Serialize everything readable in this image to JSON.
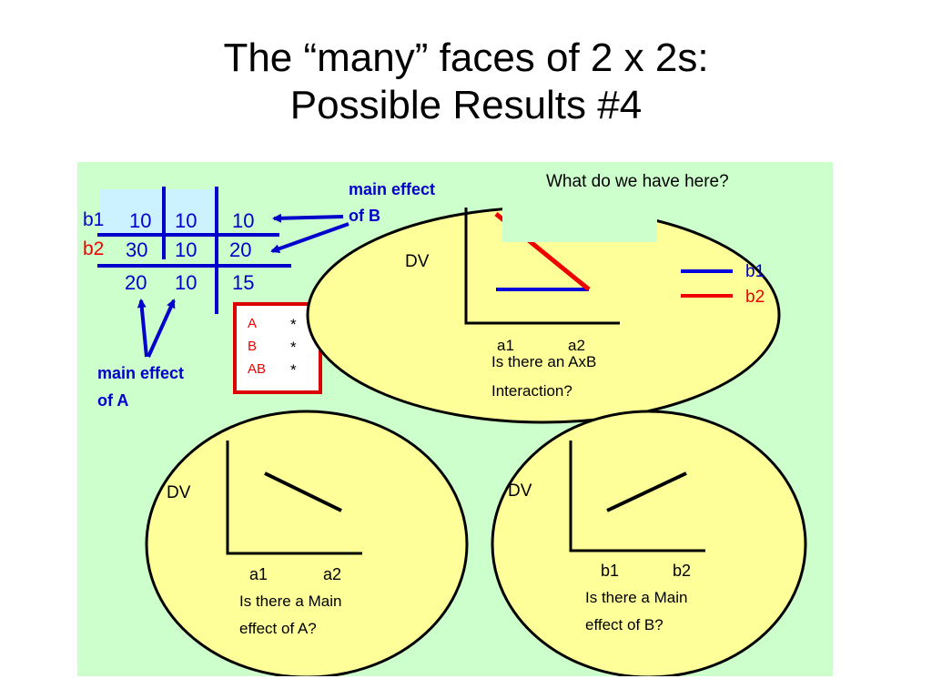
{
  "slide": {
    "title_line1": "The “many” faces of 2 x 2s:",
    "title_line2": "Possible Results #4",
    "question": "What do we have here?"
  },
  "table": {
    "row_labels": [
      "b1",
      "b2"
    ],
    "rows": [
      [
        "10",
        "10",
        "10"
      ],
      [
        "30",
        "10",
        "20"
      ]
    ],
    "column_means": [
      "20",
      "10",
      "15"
    ],
    "main_effect_b": [
      "main effect",
      "of B"
    ],
    "main_effect_a": [
      "main effect",
      "of A"
    ]
  },
  "significance": {
    "labels": [
      "A",
      "B",
      "AB"
    ],
    "marks": [
      "*",
      "*",
      "*"
    ]
  },
  "interaction_plot": {
    "dv_label": "DV",
    "x_labels": [
      "a1",
      "a2"
    ],
    "legend": [
      "b1",
      "b2"
    ],
    "question_line1": "Is there an AxB",
    "question_line2": "Interaction?",
    "series": [
      {
        "name": "b1",
        "values": [
          10,
          10
        ],
        "color": "#0000dd"
      },
      {
        "name": "b2",
        "values": [
          30,
          10
        ],
        "color": "#ee0000"
      }
    ]
  },
  "main_a_plot": {
    "dv_label": "DV",
    "x_labels": [
      "a1",
      "a2"
    ],
    "question_line1": "Is there a Main",
    "question_line2": "effect of A?",
    "values": [
      20,
      10
    ]
  },
  "main_b_plot": {
    "dv_label": "DV",
    "x_labels": [
      "b1",
      "b2"
    ],
    "question_line1": "Is there a Main",
    "question_line2": "effect of B?",
    "values": [
      10,
      20
    ]
  },
  "colors": {
    "panel": "#ccffcc",
    "ellipse": "#ffff99",
    "table_blue": "#0000cc",
    "cell_fill": "#ccf2ff",
    "red": "#ee0000"
  }
}
